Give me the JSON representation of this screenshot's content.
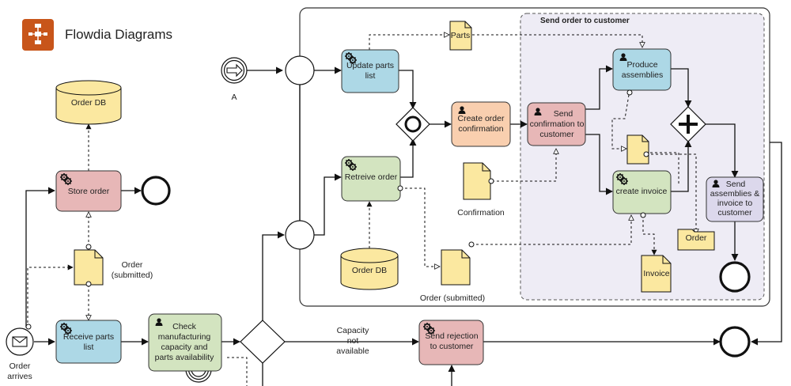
{
  "app": {
    "name": "Flowdia Diagrams"
  },
  "pool": {
    "subprocess_title": "Send order to customer"
  },
  "events": {
    "a_label": "A",
    "order_arrives": [
      "Order",
      "arrives"
    ]
  },
  "tasks": {
    "store_order": [
      "Store order"
    ],
    "receive_parts": [
      "Receive parts",
      "list"
    ],
    "check_manufacturing": [
      "Check",
      "manufacturing",
      "capacity and",
      "parts availability"
    ],
    "update_parts": [
      "Update parts",
      "list"
    ],
    "retrieve_order": [
      "Retreive order"
    ],
    "create_order_confirmation": [
      "Create order",
      "confirmation"
    ],
    "send_confirmation": [
      "Send",
      "confirmation to",
      "customer"
    ],
    "produce_assemblies": [
      "Produce",
      "assemblies"
    ],
    "create_invoice": [
      "create invoice"
    ],
    "send_assemblies": [
      "Send",
      "assemblies &",
      "invoice to",
      "customer"
    ],
    "send_rejection": [
      "Send rejection",
      "to customer"
    ]
  },
  "data": {
    "order_db_left": "Order DB",
    "order_db_right": "Order DB",
    "order_submitted_left": [
      "Order",
      "(submitted)"
    ],
    "order_submitted_right": "Order (submitted)",
    "parts": "Parts",
    "confirmation": "Confirmation",
    "order_small": "Order",
    "invoice": "Invoice"
  },
  "flows": {
    "capacity_not_available": [
      "Capacity",
      "not",
      "available"
    ]
  },
  "colors": {
    "pink": "#e7b7b7",
    "blue": "#add8e6",
    "green": "#d3e4c0",
    "orange": "#f9cfaf",
    "lavender": "#dcd8ec",
    "yellow": "#fbe8a0",
    "subprocess_bg": "#eeecf5",
    "brand": "#c8551a"
  }
}
